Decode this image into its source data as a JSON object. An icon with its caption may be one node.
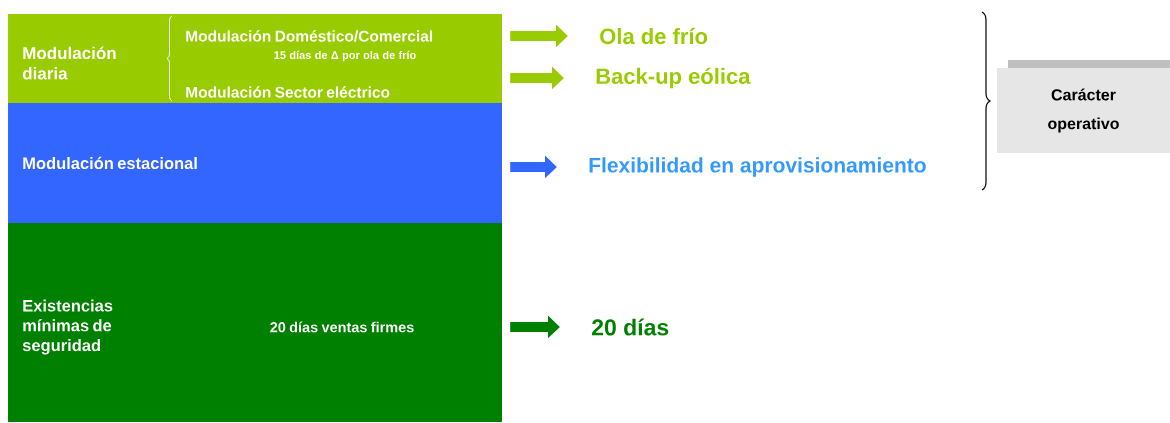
{
  "diagram": {
    "nodes": [
      {
        "text": [
          "Modulación diaria",
          "Modulación Doméstico/Comercial",
          "15 días de Δ por ola de frío",
          "Modulación Sector eléctrico"
        ]
      },
      {
        "text": [
          "Modulación estacional"
        ]
      },
      {
        "text": [
          "Existencias mínimas de seguridad",
          "20 días ventas firmes"
        ]
      },
      {
        "text": [
          "Ola de frío"
        ]
      },
      {
        "text": [
          "Back-up eólica"
        ]
      },
      {
        "text": [
          "Flexibilidad en aprovisionamiento"
        ]
      },
      {
        "text": [
          "20 días"
        ]
      },
      {
        "text": [
          "Carácter operativo"
        ]
      }
    ],
    "edges": [
      {
        "from": 0,
        "to": 3,
        "arrow": "to",
        "color": "#99cc00"
      },
      {
        "from": 0,
        "to": 4,
        "arrow": "to",
        "color": "#99cc00"
      },
      {
        "from": 1,
        "to": 5,
        "arrow": "to",
        "color": "#3366ff"
      },
      {
        "from": 2,
        "to": 6,
        "arrow": "to",
        "color": "#008000"
      }
    ]
  }
}
